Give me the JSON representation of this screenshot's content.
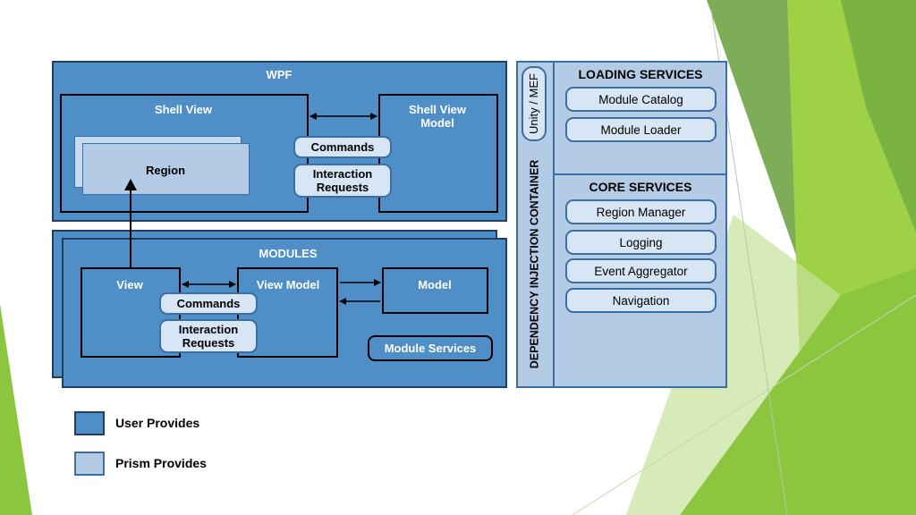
{
  "wpf": {
    "title": "WPF",
    "shell_view": "Shell View",
    "region": "Region",
    "shell_view_model_line1": "Shell View",
    "shell_view_model_line2": "Model",
    "commands": "Commands",
    "interaction_line1": "Interaction",
    "interaction_line2": "Requests"
  },
  "modules": {
    "title": "MODULES",
    "view": "View",
    "view_model": "View Model",
    "model": "Model",
    "commands": "Commands",
    "interaction_line1": "Interaction",
    "interaction_line2": "Requests",
    "module_services": "Module Services"
  },
  "di": {
    "container_label": "DEPENDENCY INJECTION CONTAINER",
    "unity_mef": "Unity / MEF",
    "loading_title": "LOADING SERVICES",
    "loading_items": [
      "Module Catalog",
      "Module Loader"
    ],
    "core_title": "CORE SERVICES",
    "core_items": [
      "Region Manager",
      "Logging",
      "Event Aggregator",
      "Navigation"
    ]
  },
  "legend": {
    "user": "User Provides",
    "prism": "Prism Provides"
  },
  "colors": {
    "user": "#4f8ec6",
    "prism": "#b4cbe6",
    "accent_green": "#8cc63f"
  }
}
